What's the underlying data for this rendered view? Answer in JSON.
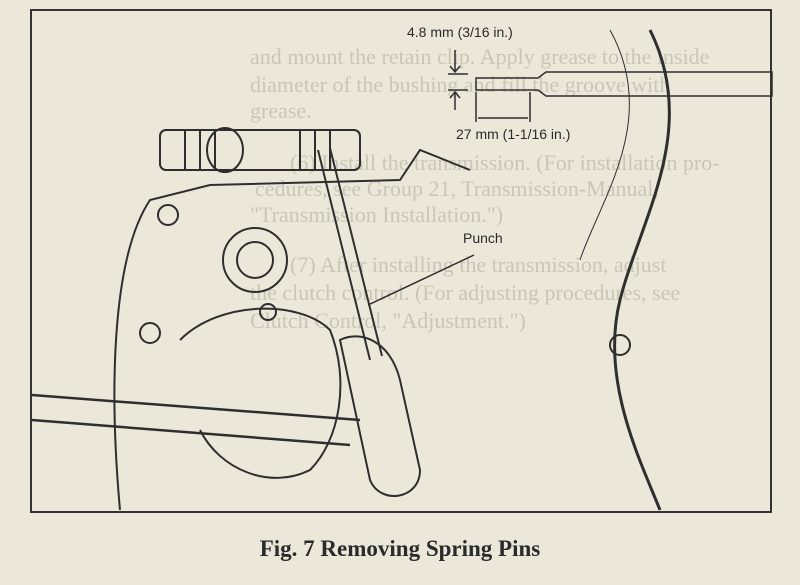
{
  "background_text": [
    "and mount the retain clip. Apply grease to the inside",
    "diameter of the bushing and fill the groove with",
    "grease.",
    "(6) Install the transmission. (For installation pro-",
    "cedures, see Group 21, Transmission-Manual,",
    "\"Transmission Installation.\")",
    "(7) After installing the transmission, adjust",
    "the clutch control. (For adjusting procedures, see",
    "Clutch Control, \"Adjustment.\")"
  ],
  "figure": {
    "dimension_diameter": "4.8 mm (3/16 in.)",
    "dimension_length": "27 mm (1-1/16 in.)",
    "callout_punch": "Punch"
  },
  "caption": "Fig. 7   Removing Spring Pins"
}
